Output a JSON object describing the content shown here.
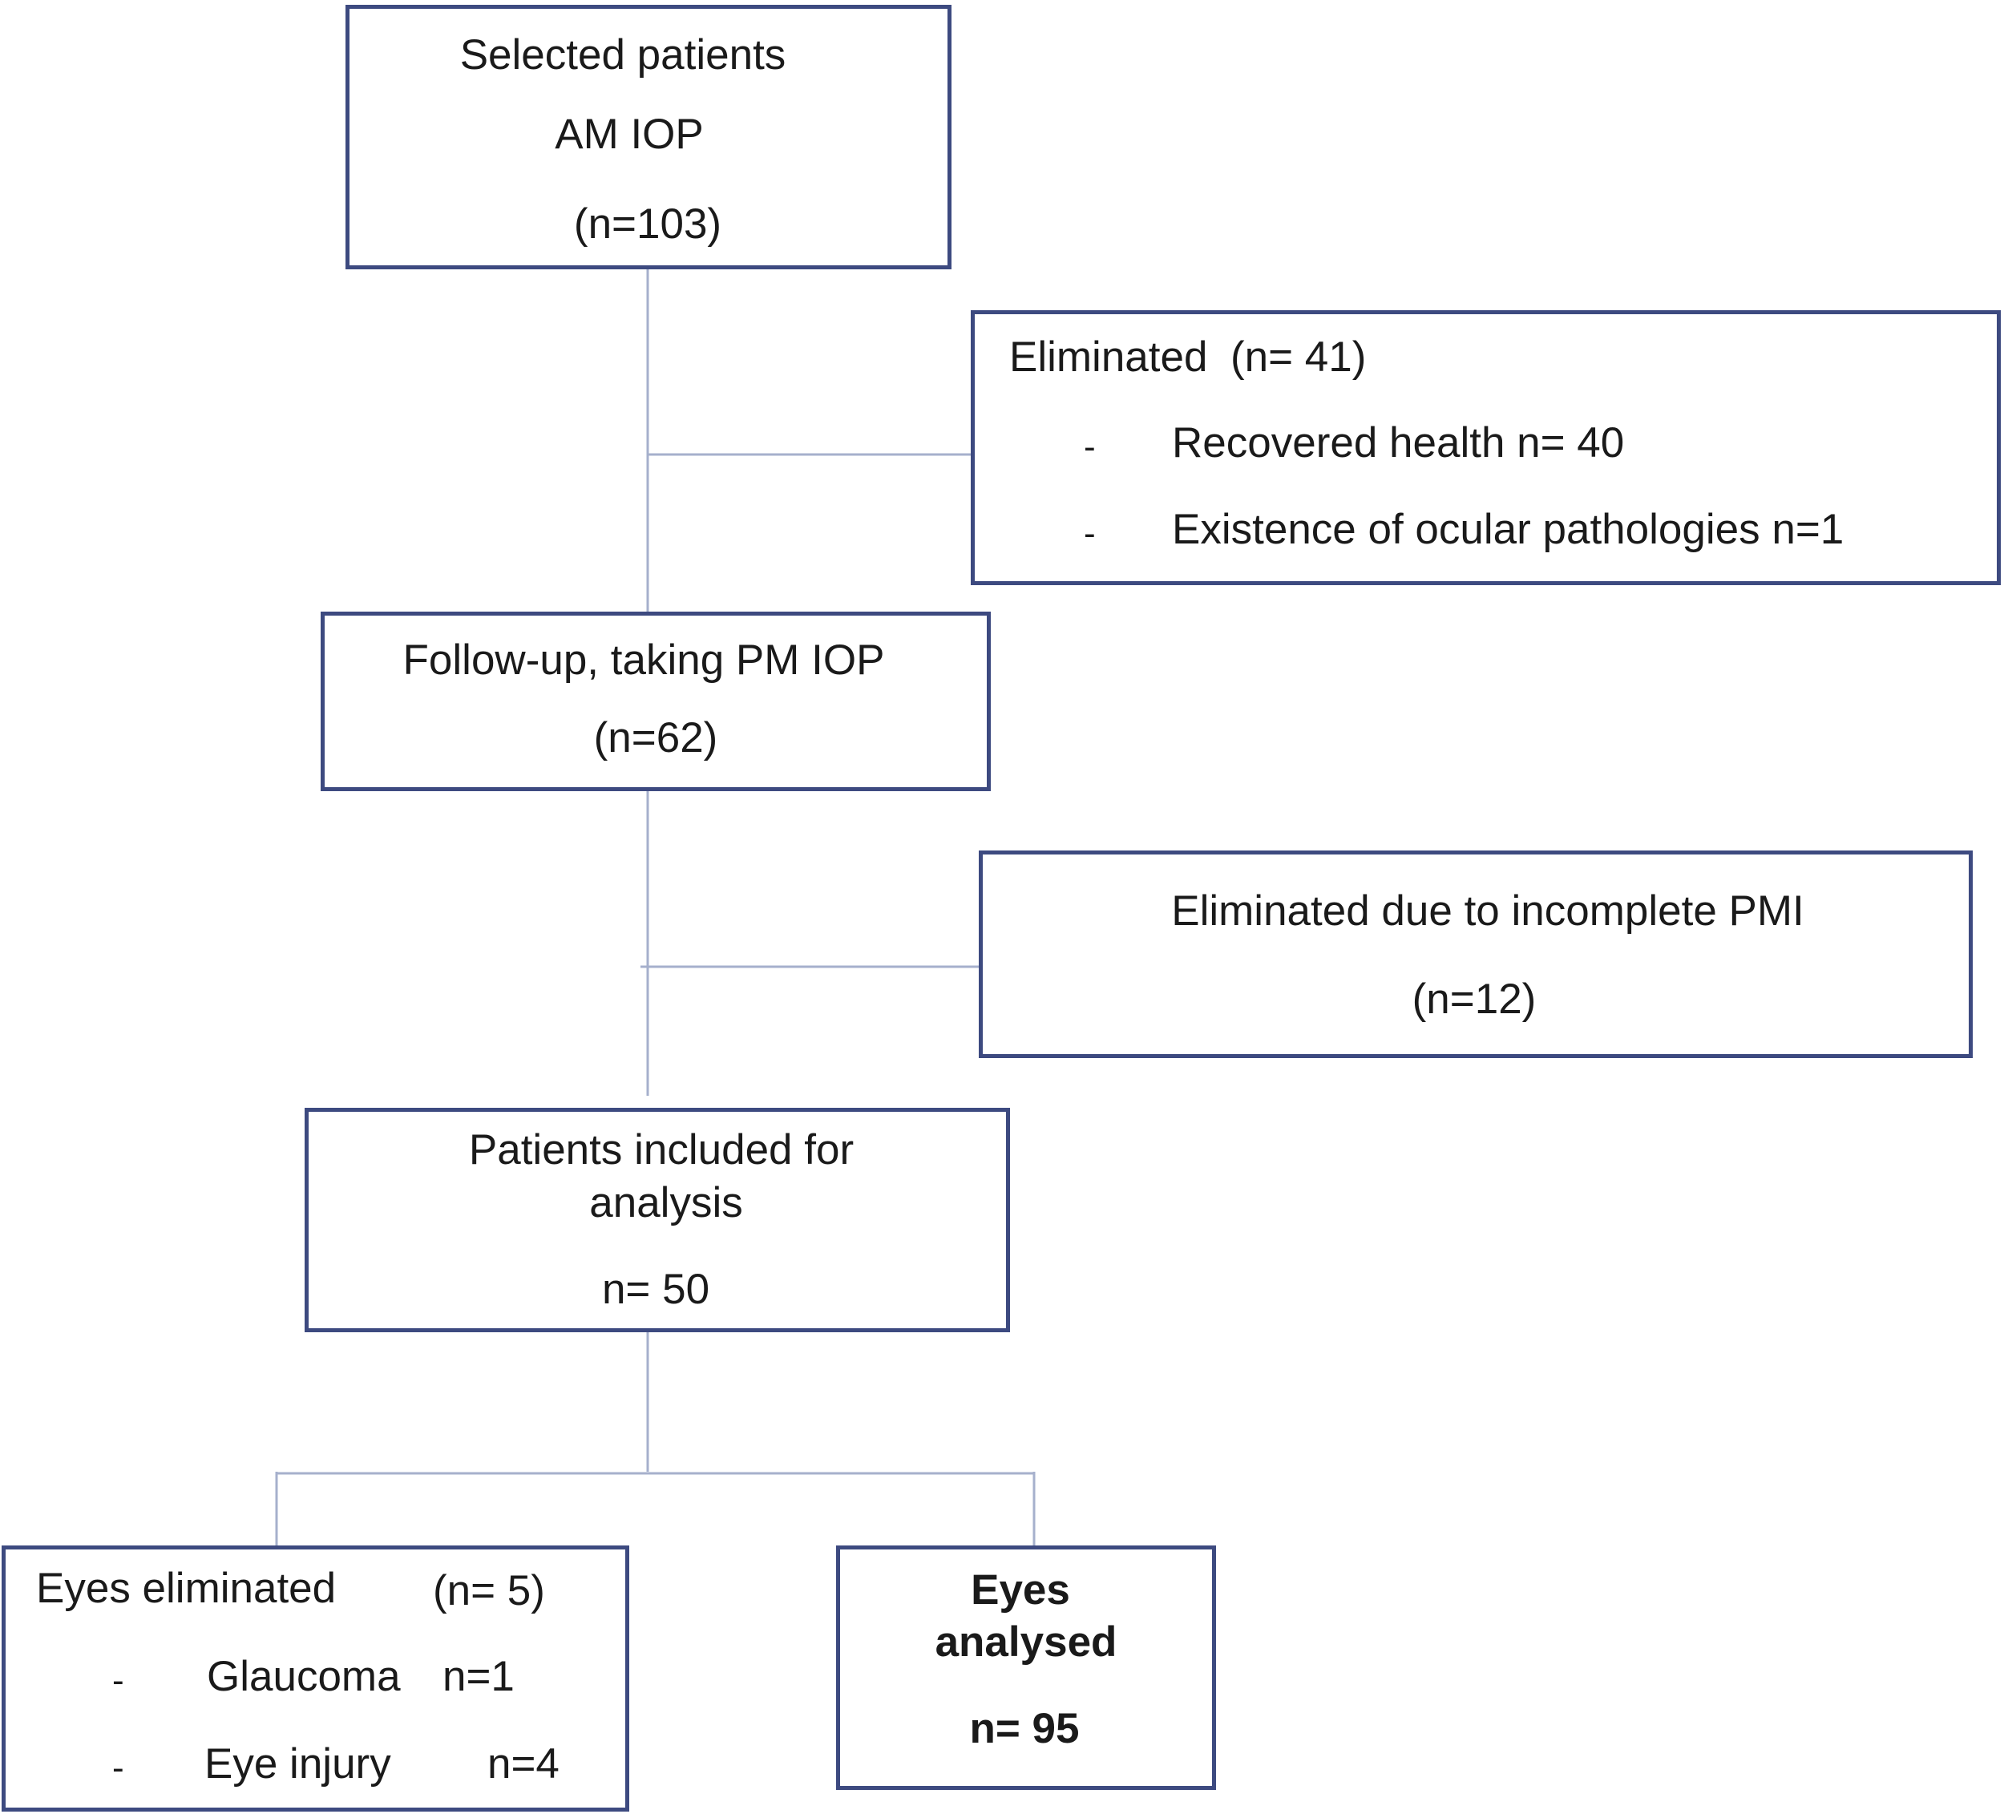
{
  "colors": {
    "box_border": "#3d4a80",
    "connector": "#a6b0cc",
    "text": "#1a1a1a",
    "background": "#ffffff"
  },
  "boxes": {
    "selected": {
      "line1": "Selected patients",
      "line2": "AM IOP",
      "count": "(n=103)"
    },
    "eliminated1": {
      "title": "Eliminated",
      "count": "(n= 41)",
      "items": [
        {
          "bullet": "-",
          "label": "Recovered health n= 40"
        },
        {
          "bullet": "-",
          "label": "Existence of ocular pathologies n=1"
        }
      ]
    },
    "followup": {
      "line1": "Follow-up, taking PM IOP",
      "count": "(n=62)"
    },
    "eliminated2": {
      "line1": "Eliminated due to incomplete PMI",
      "count": "(n=12)"
    },
    "included": {
      "line1": "Patients included for",
      "line2": "analysis",
      "count": "n= 50"
    },
    "eyes_eliminated": {
      "title": "Eyes eliminated",
      "count": "(n= 5)",
      "items": [
        {
          "bullet": "-",
          "label": "Glaucoma",
          "count": "n=1"
        },
        {
          "bullet": "-",
          "label": "Eye injury",
          "count": "n=4"
        }
      ]
    },
    "eyes_analysed": {
      "line1": "Eyes",
      "line2": "analysed",
      "count": "n= 95"
    }
  }
}
